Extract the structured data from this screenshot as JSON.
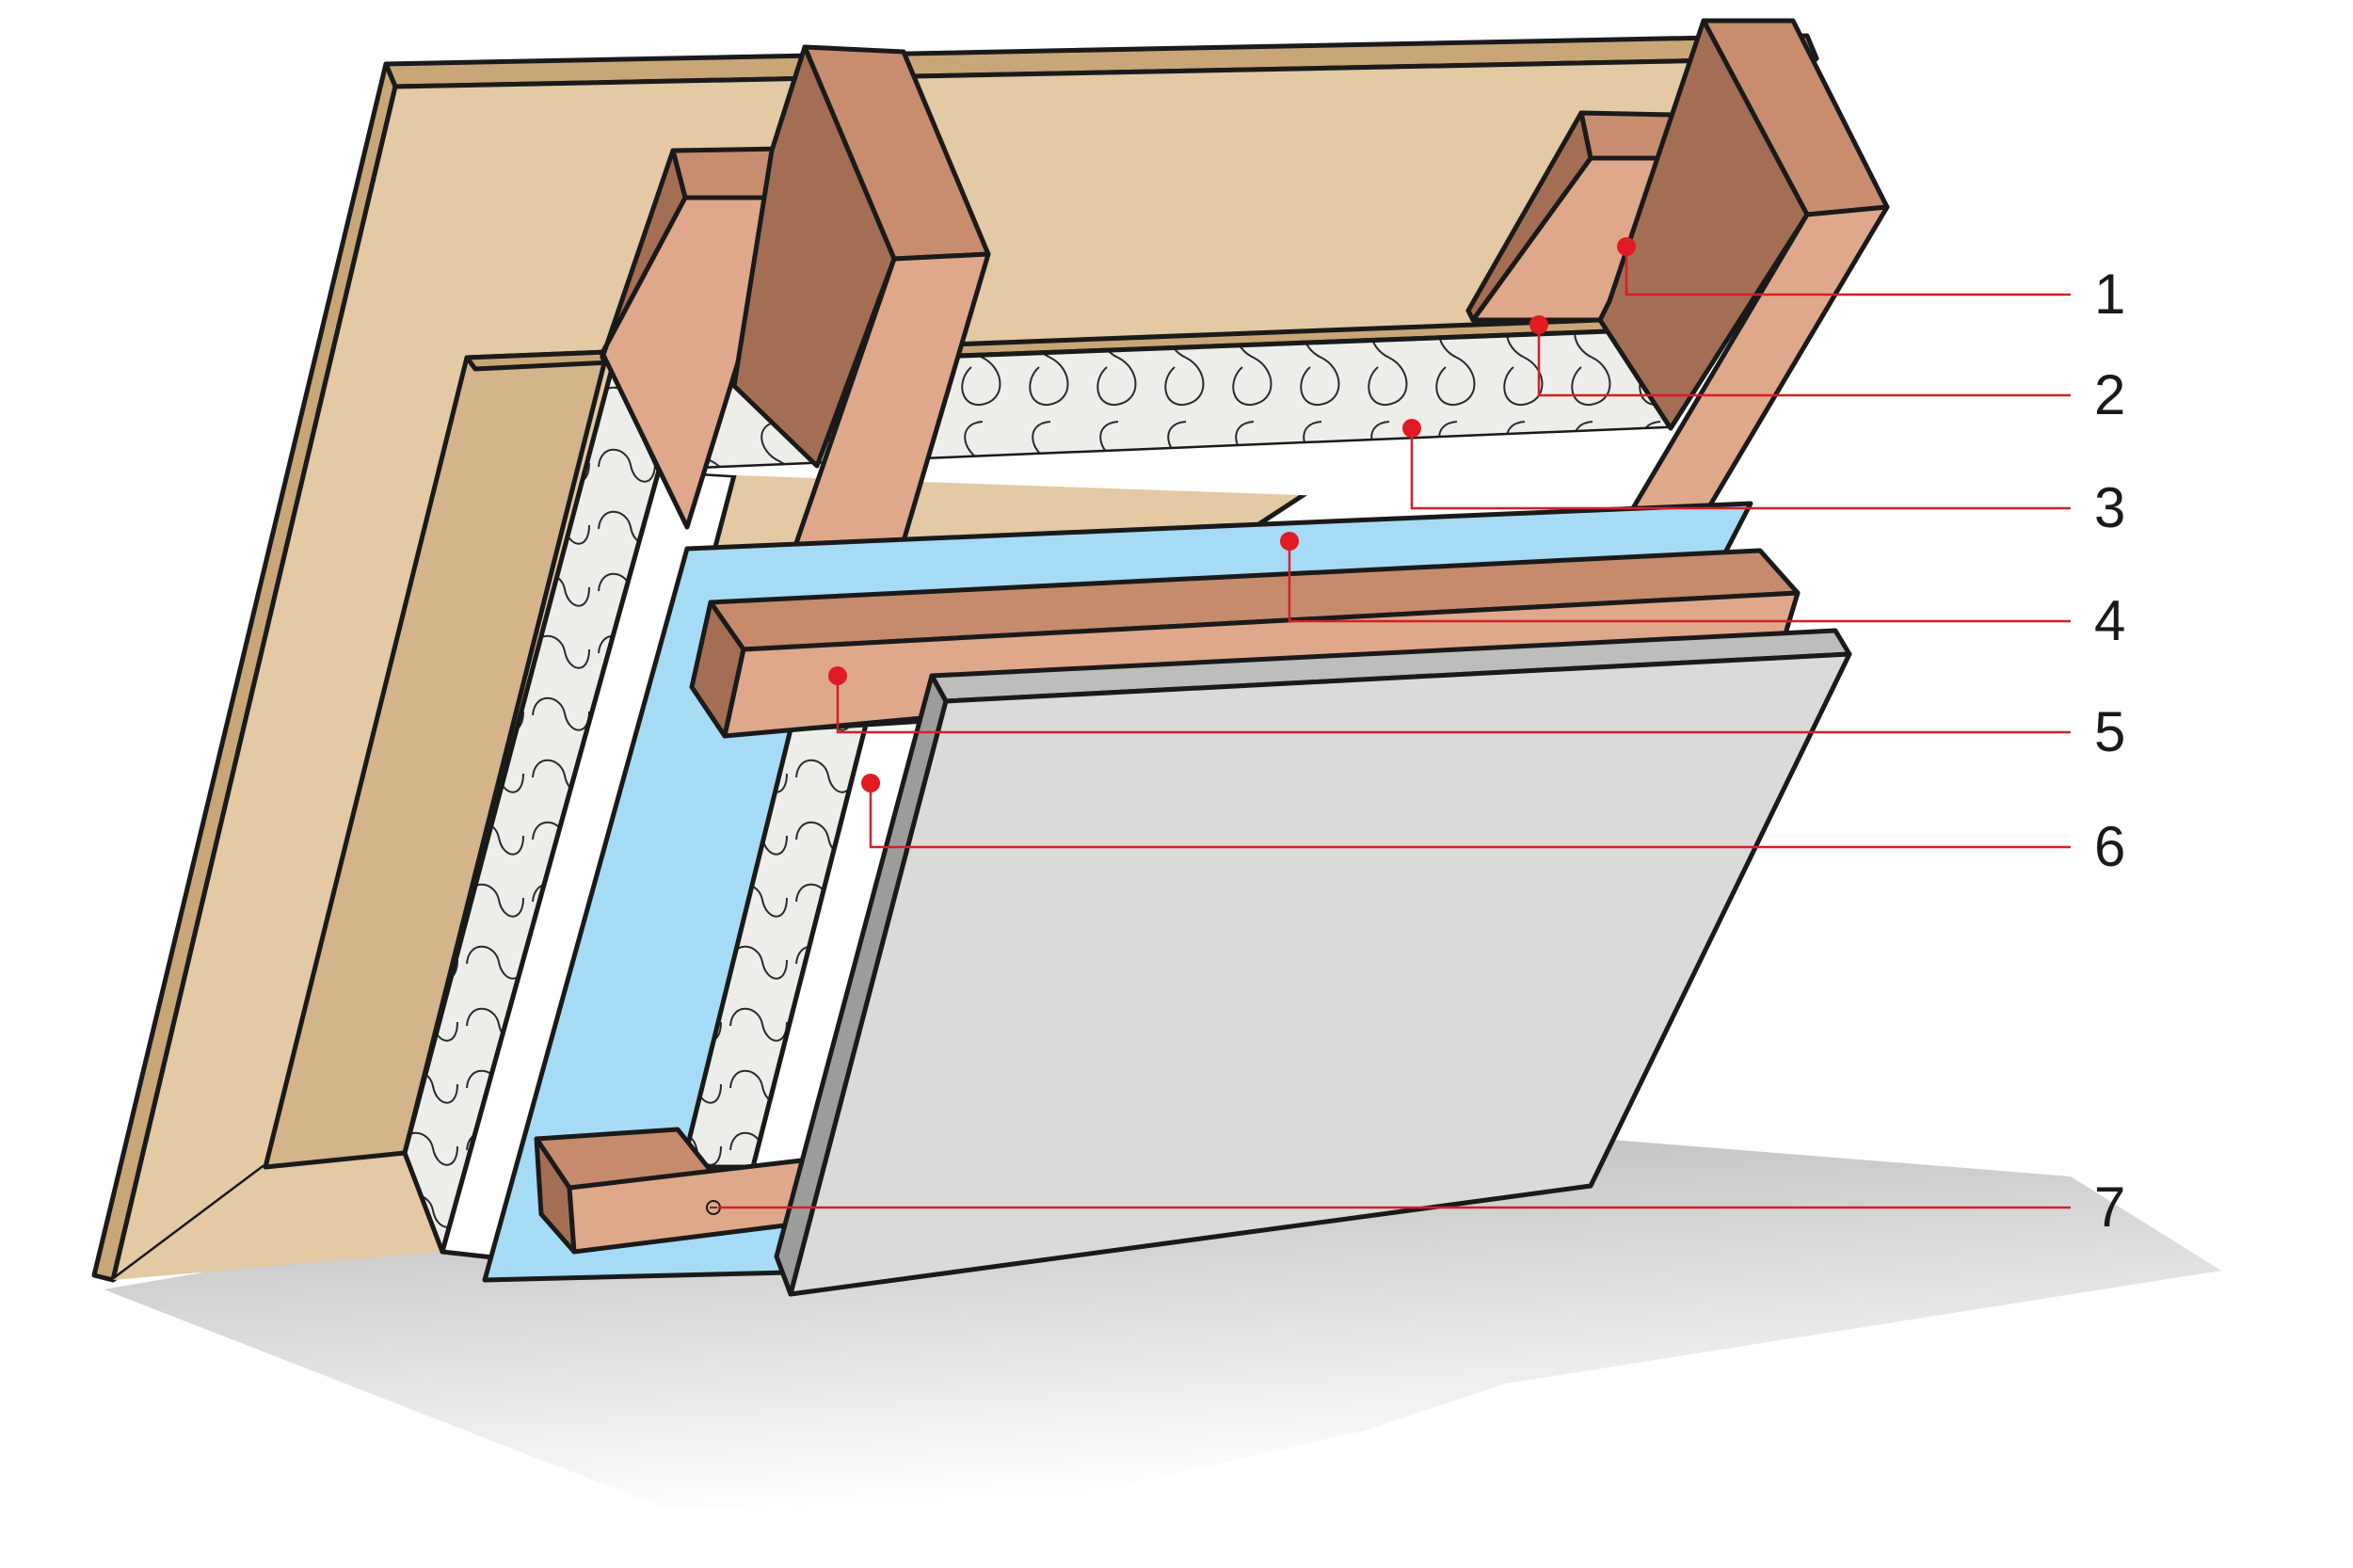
{
  "diagram": {
    "colors": {
      "roof_board": "#e3c9a4",
      "roof_board_edge": "#c9a677",
      "rafter_front": "#dfa88a",
      "rafter_side": "#a46e54",
      "rafter_top": "#c78d6e",
      "insulation": "#ededea",
      "membrane": "#a6dbf6",
      "batten": "#cf9474",
      "plasterboard_face": "#dadbd8",
      "plasterboard_edge": "#9c9d9b",
      "shadow": "#bcbcbc",
      "leader": "#d41f26"
    },
    "callouts": [
      {
        "label": "1",
        "part": "rafter"
      },
      {
        "label": "2",
        "part": "sheathing-board"
      },
      {
        "label": "3",
        "part": "mineral-wool-insulation"
      },
      {
        "label": "4",
        "part": "vapour-membrane"
      },
      {
        "label": "5",
        "part": "batten"
      },
      {
        "label": "6",
        "part": "air-gap"
      },
      {
        "label": "7",
        "part": "screw-fixing"
      }
    ]
  }
}
